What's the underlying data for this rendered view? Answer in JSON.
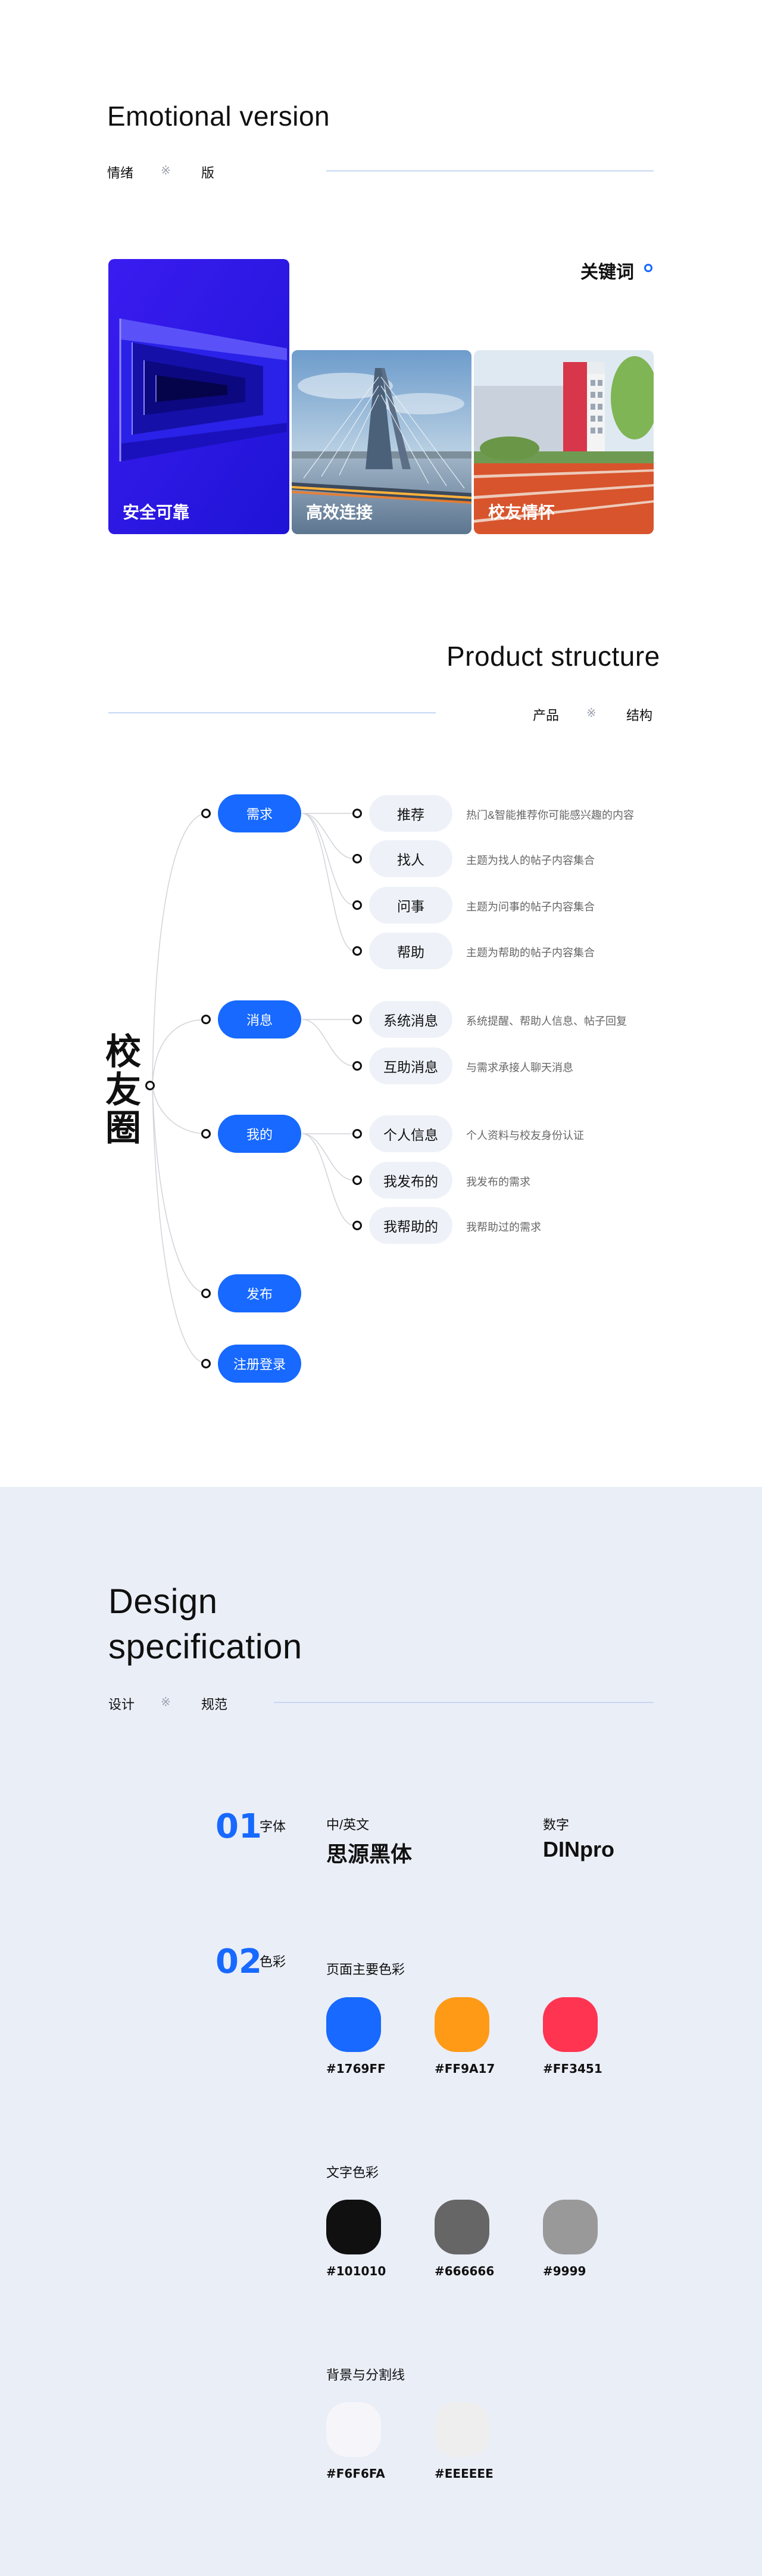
{
  "emotional": {
    "title": "Emotional version",
    "sub_left": "情绪",
    "sub_sep": "※",
    "sub_right": "版",
    "keyword_label": "关键词",
    "cards": [
      {
        "label": "安全可靠"
      },
      {
        "label": "高效连接"
      },
      {
        "label": "校友情怀"
      }
    ]
  },
  "structure": {
    "title": "Product structure",
    "sub_left": "产品",
    "sub_sep": "※",
    "sub_right": "结构",
    "root": "校友圈",
    "branches": [
      {
        "label": "需求",
        "children": [
          {
            "label": "推荐",
            "desc": "热门&智能推荐你可能感兴趣的内容"
          },
          {
            "label": "找人",
            "desc": "主题为找人的帖子内容集合"
          },
          {
            "label": "问事",
            "desc": "主题为问事的帖子内容集合"
          },
          {
            "label": "帮助",
            "desc": "主题为帮助的帖子内容集合"
          }
        ]
      },
      {
        "label": "消息",
        "children": [
          {
            "label": "系统消息",
            "desc": "系统提醒、帮助人信息、帖子回复"
          },
          {
            "label": "互助消息",
            "desc": "与需求承接人聊天消息"
          }
        ]
      },
      {
        "label": "我的",
        "children": [
          {
            "label": "个人信息",
            "desc": "个人资料与校友身份认证"
          },
          {
            "label": "我发布的",
            "desc": "我发布的需求"
          },
          {
            "label": "我帮助的",
            "desc": "我帮助过的需求"
          }
        ]
      },
      {
        "label": "发布",
        "children": []
      },
      {
        "label": "注册登录",
        "children": []
      }
    ]
  },
  "design": {
    "title_line1": "Design",
    "title_line2": "specification",
    "sub_left": "设计",
    "sub_sep": "※",
    "sub_right": "规范",
    "font_section": {
      "num": "01",
      "label": "字体",
      "cn_en_label": "中/英文",
      "cn_en_font": "思源黑体",
      "digit_label": "数字",
      "digit_font": "DINpro"
    },
    "color_section": {
      "num": "02",
      "label": "色彩",
      "groups": [
        {
          "title": "页面主要色彩",
          "colors": [
            {
              "hex": "#1769FF",
              "color": "#1769FF"
            },
            {
              "hex": "#FF9A17",
              "color": "#FF9A17"
            },
            {
              "hex": "#FF3451",
              "color": "#FF3451"
            }
          ]
        },
        {
          "title": "文字色彩",
          "colors": [
            {
              "hex": "#101010",
              "color": "#101010"
            },
            {
              "hex": "#666666",
              "color": "#666666"
            },
            {
              "hex": "#9999",
              "color": "#999999"
            }
          ]
        },
        {
          "title": "背景与分割线",
          "colors": [
            {
              "hex": "#F6F6FA",
              "color": "#F6F6FA"
            },
            {
              "hex": "#EEEEEE",
              "color": "#EEEEEE"
            }
          ]
        }
      ]
    }
  }
}
